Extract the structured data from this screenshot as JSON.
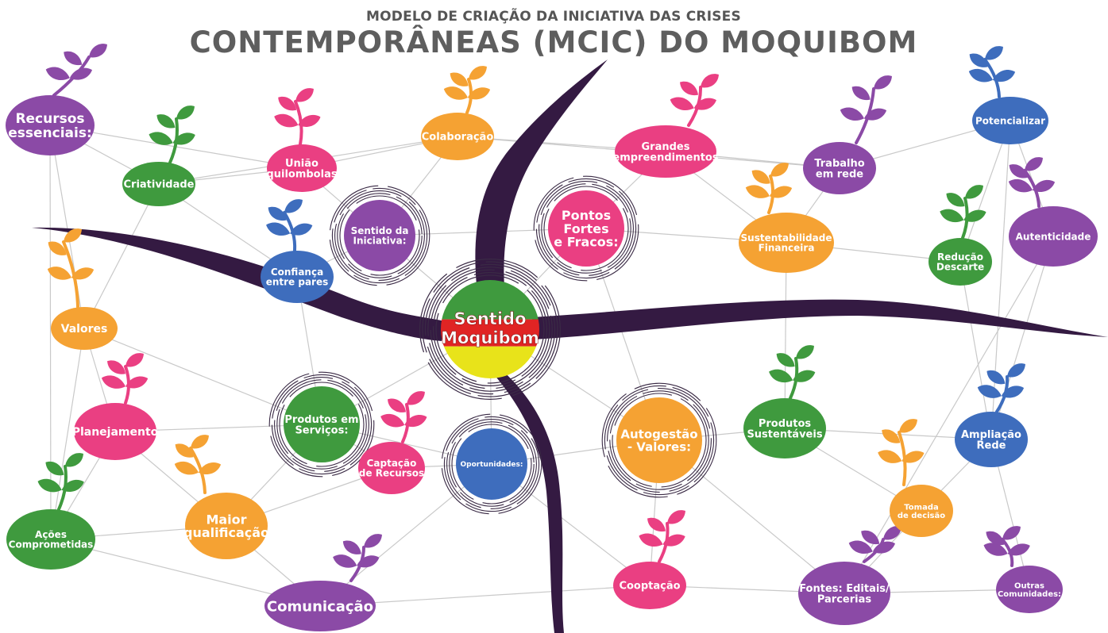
{
  "title": {
    "line1": "MODELO DE CRIAÇÃO DA INICIATIVA DAS CRISES",
    "line2": "CONTEMPORÂNEAS (MCIC) DO MOQUIBOM"
  },
  "colors": {
    "purple": "#8b4aa6",
    "green": "#3f9a3e",
    "orange": "#f5a233",
    "pink": "#ea3f82",
    "blue": "#3e6dbd",
    "root": "#341a42",
    "edge": "#c9c9c9",
    "flag_red": "#e02424",
    "flag_yellow": "#e8e31a"
  },
  "center": {
    "label_lines": [
      "Sentido",
      "Moquibom"
    ]
  },
  "hubs": [
    {
      "id": "sentido-iniciativa",
      "label_lines": [
        "Sentido da",
        "Iniciativa:"
      ],
      "color": "purple"
    },
    {
      "id": "pontos-fortes",
      "label_lines": [
        "Pontos",
        "Fortes",
        "e Fracos:"
      ],
      "color": "pink"
    },
    {
      "id": "produtos-servicos",
      "label_lines": [
        "Produtos em",
        "Serviços:"
      ],
      "color": "green"
    },
    {
      "id": "oportunidades",
      "label_lines": [
        "Oportunidades:"
      ],
      "color": "blue"
    },
    {
      "id": "autogestao",
      "label_lines": [
        "Autogestão",
        "- Valores:"
      ],
      "color": "orange"
    }
  ],
  "nodes": [
    {
      "id": "recursos",
      "label_lines": [
        "Recursos",
        "essenciais:"
      ],
      "color": "purple"
    },
    {
      "id": "criatividade",
      "label_lines": [
        "Criatividade"
      ],
      "color": "green"
    },
    {
      "id": "uniao",
      "label_lines": [
        "União",
        "quilombolas"
      ],
      "color": "pink"
    },
    {
      "id": "colaboracao",
      "label_lines": [
        "Colaboração"
      ],
      "color": "orange"
    },
    {
      "id": "grandes",
      "label_lines": [
        "Grandes",
        "empreendimentos"
      ],
      "color": "pink"
    },
    {
      "id": "trabalho",
      "label_lines": [
        "Trabalho",
        "em rede"
      ],
      "color": "purple"
    },
    {
      "id": "potencializar",
      "label_lines": [
        "Potencializar"
      ],
      "color": "blue"
    },
    {
      "id": "confianca",
      "label_lines": [
        "Confiança",
        "entre pares"
      ],
      "color": "blue"
    },
    {
      "id": "sustentabilidade",
      "label_lines": [
        "Sustentabilidade",
        "Financeira"
      ],
      "color": "orange"
    },
    {
      "id": "reducao",
      "label_lines": [
        "Redução",
        "Descarte"
      ],
      "color": "green"
    },
    {
      "id": "autenticidade",
      "label_lines": [
        "Autenticidade"
      ],
      "color": "purple"
    },
    {
      "id": "valores",
      "label_lines": [
        "Valores"
      ],
      "color": "orange"
    },
    {
      "id": "planejamento",
      "label_lines": [
        "Planejamento"
      ],
      "color": "pink"
    },
    {
      "id": "captacao",
      "label_lines": [
        "Captação",
        "de Recursos"
      ],
      "color": "pink"
    },
    {
      "id": "produtos-sust",
      "label_lines": [
        "Produtos",
        "Sustentáveis"
      ],
      "color": "green"
    },
    {
      "id": "ampliacao",
      "label_lines": [
        "Ampliação",
        "Rede"
      ],
      "color": "blue"
    },
    {
      "id": "acoes",
      "label_lines": [
        "Ações",
        "Comprometidas"
      ],
      "color": "green"
    },
    {
      "id": "maior",
      "label_lines": [
        "Maior",
        "qualificação"
      ],
      "color": "orange"
    },
    {
      "id": "tomada",
      "label_lines": [
        "Tomada",
        "de decisão"
      ],
      "color": "orange"
    },
    {
      "id": "comunicacao",
      "label_lines": [
        "Comunicação"
      ],
      "color": "purple"
    },
    {
      "id": "cooptacao",
      "label_lines": [
        "Cooptação"
      ],
      "color": "pink"
    },
    {
      "id": "fontes",
      "label_lines": [
        "Fontes: Editais/",
        "Parcerias"
      ],
      "color": "purple"
    },
    {
      "id": "outras",
      "label_lines": [
        "Outras",
        "Comunidades:"
      ],
      "color": "purple"
    }
  ],
  "edges": [
    [
      "recursos",
      "criatividade"
    ],
    [
      "recursos",
      "uniao"
    ],
    [
      "recursos",
      "valores"
    ],
    [
      "recursos",
      "acoes"
    ],
    [
      "criatividade",
      "uniao"
    ],
    [
      "criatividade",
      "confianca"
    ],
    [
      "criatividade",
      "valores"
    ],
    [
      "criatividade",
      "colaboracao"
    ],
    [
      "uniao",
      "sentido-iniciativa"
    ],
    [
      "uniao",
      "colaboracao"
    ],
    [
      "colaboracao",
      "sentido-iniciativa"
    ],
    [
      "colaboracao",
      "grandes"
    ],
    [
      "colaboracao",
      "trabalho"
    ],
    [
      "grandes",
      "pontos-fortes"
    ],
    [
      "grandes",
      "sustentabilidade"
    ],
    [
      "grandes",
      "trabalho"
    ],
    [
      "trabalho",
      "potencializar"
    ],
    [
      "trabalho",
      "sustentabilidade"
    ],
    [
      "potencializar",
      "reducao"
    ],
    [
      "potencializar",
      "autenticidade"
    ],
    [
      "potencializar",
      "ampliacao"
    ],
    [
      "sustentabilidade",
      "reducao"
    ],
    [
      "sustentabilidade",
      "produtos-sust"
    ],
    [
      "reducao",
      "ampliacao"
    ],
    [
      "autenticidade",
      "fontes"
    ],
    [
      "autenticidade",
      "ampliacao"
    ],
    [
      "confianca",
      "sentido-iniciativa"
    ],
    [
      "confianca",
      "produtos-servicos"
    ],
    [
      "sentido-iniciativa",
      "pontos-fortes"
    ],
    [
      "pontos-fortes",
      "sustentabilidade"
    ],
    [
      "pontos-fortes",
      "autogestao"
    ],
    [
      "valores",
      "planejamento"
    ],
    [
      "valores",
      "produtos-servicos"
    ],
    [
      "valores",
      "acoes"
    ],
    [
      "planejamento",
      "produtos-servicos"
    ],
    [
      "planejamento",
      "maior"
    ],
    [
      "planejamento",
      "acoes"
    ],
    [
      "produtos-servicos",
      "oportunidades"
    ],
    [
      "produtos-servicos",
      "maior"
    ],
    [
      "produtos-servicos",
      "captacao"
    ],
    [
      "captacao",
      "maior"
    ],
    [
      "captacao",
      "oportunidades"
    ],
    [
      "oportunidades",
      "autogestao"
    ],
    [
      "oportunidades",
      "comunicacao"
    ],
    [
      "oportunidades",
      "cooptacao"
    ],
    [
      "autogestao",
      "produtos-sust"
    ],
    [
      "autogestao",
      "cooptacao"
    ],
    [
      "autogestao",
      "fontes"
    ],
    [
      "produtos-sust",
      "ampliacao"
    ],
    [
      "produtos-sust",
      "tomada"
    ],
    [
      "ampliacao",
      "tomada"
    ],
    [
      "ampliacao",
      "outras"
    ],
    [
      "acoes",
      "maior"
    ],
    [
      "acoes",
      "comunicacao"
    ],
    [
      "maior",
      "comunicacao"
    ],
    [
      "comunicacao",
      "cooptacao"
    ],
    [
      "cooptacao",
      "fontes"
    ],
    [
      "fontes",
      "outras"
    ],
    [
      "tomada",
      "fontes"
    ]
  ]
}
